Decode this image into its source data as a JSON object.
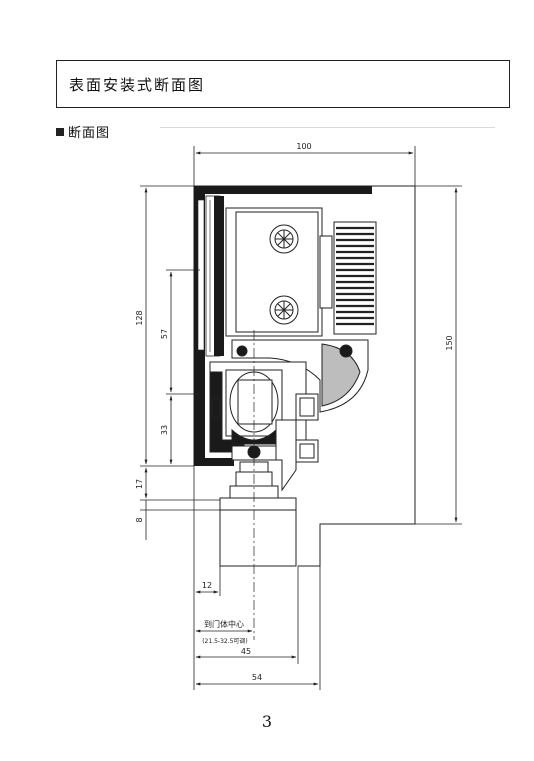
{
  "header": {
    "title": "表面安装式断面图"
  },
  "section": {
    "heading": "断面图"
  },
  "drawing": {
    "dim_top": "100",
    "dim_right": "150",
    "dim_left_outer": "128",
    "dim_left_57": "57",
    "dim_left_33": "33",
    "dim_left_17": "17",
    "dim_left_8": "8",
    "dim_bottom_12": "12",
    "label_door_center": "到门体中心",
    "label_range": "(21.5-32.5可调)",
    "dim_bottom_45": "45",
    "dim_bottom_54": "54"
  },
  "page": {
    "number": "3"
  }
}
